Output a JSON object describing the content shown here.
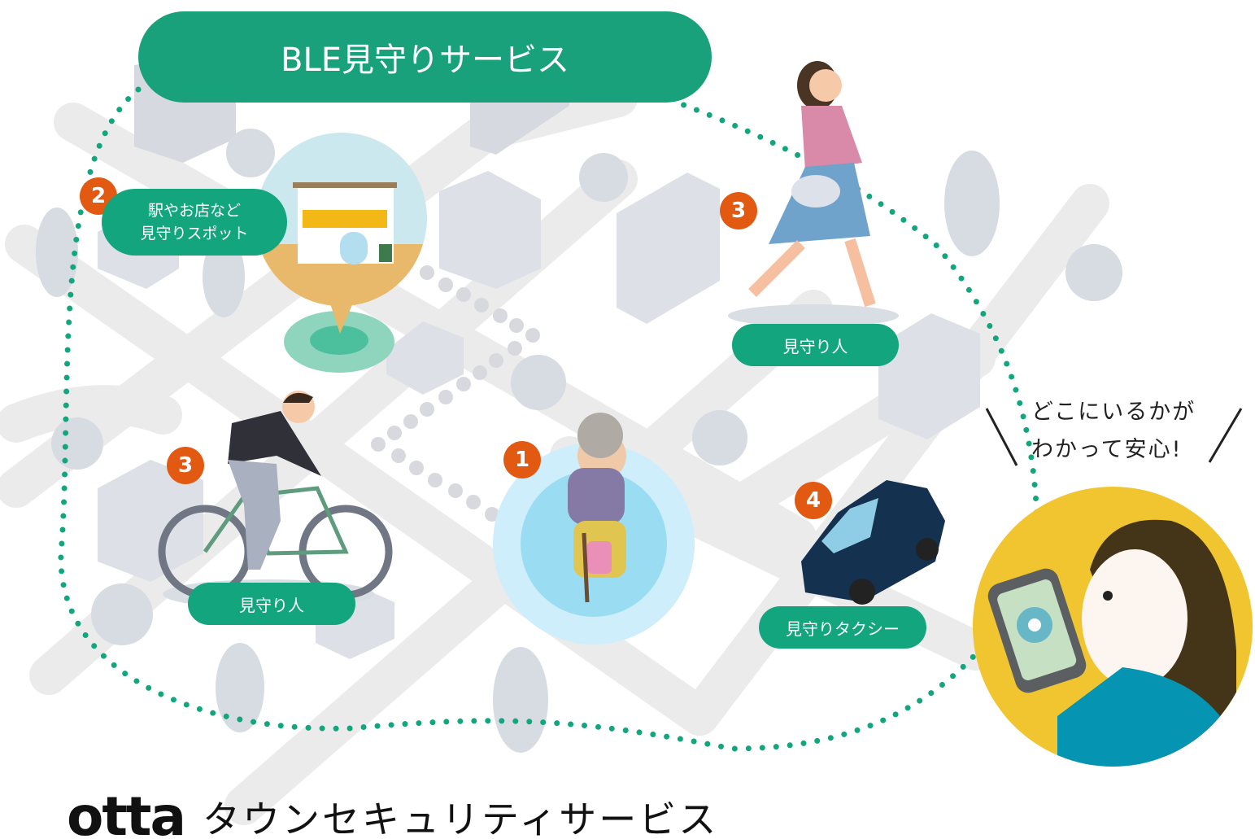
{
  "title": "BLE見守りサービス",
  "spot": {
    "badge": "2",
    "line1": "駅やお店など",
    "line2": "見守りスポット"
  },
  "watcher_walking": {
    "badge": "3",
    "label": "見守り人"
  },
  "watcher_cyclist": {
    "badge": "3",
    "label": "見守り人"
  },
  "elder": {
    "badge": "1"
  },
  "taxi": {
    "badge": "4",
    "label": "見守りタクシー"
  },
  "catchphrase": {
    "line1": "どこにいるかが",
    "line2": "わかって安心!"
  },
  "footer": {
    "logo": "otta",
    "service_name": "タウンセキュリティサービス"
  },
  "colors": {
    "green": "#12a57e",
    "orange": "#e25a12",
    "yellow": "#f0c430",
    "road": "#ebeaea",
    "building": "#d9dce3"
  }
}
